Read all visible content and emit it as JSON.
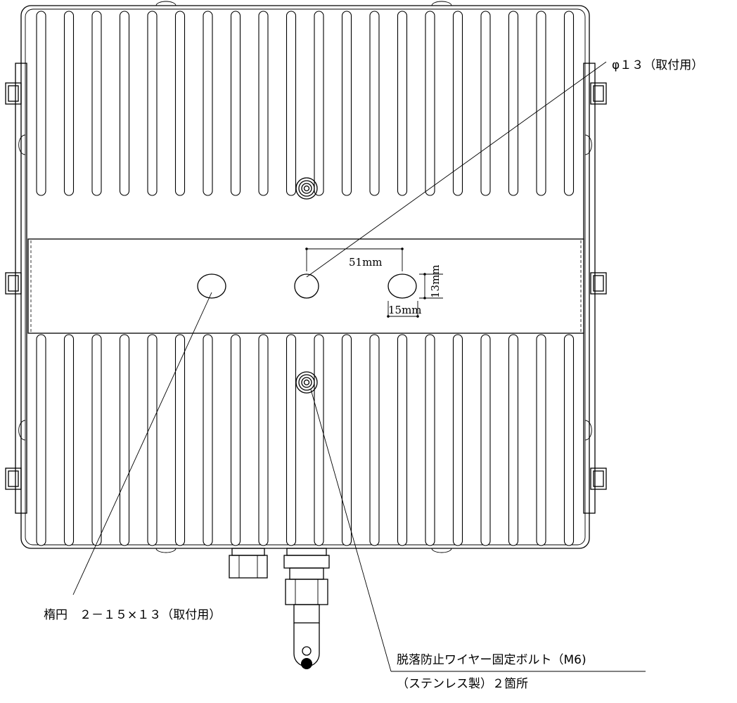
{
  "callouts": {
    "mount_hole": "φ１３（取付用）",
    "ellipse_holes": "楕円　２－１５×１３（取付用）",
    "wire_bolt_line1": "脱落防止ワイヤー固定ボルト（M6)",
    "wire_bolt_line2": "（ステンレス製）２箇所"
  },
  "dimensions": {
    "hole_spacing": "51mm",
    "ellipse_width": "15mm",
    "ellipse_height": "13mm"
  }
}
